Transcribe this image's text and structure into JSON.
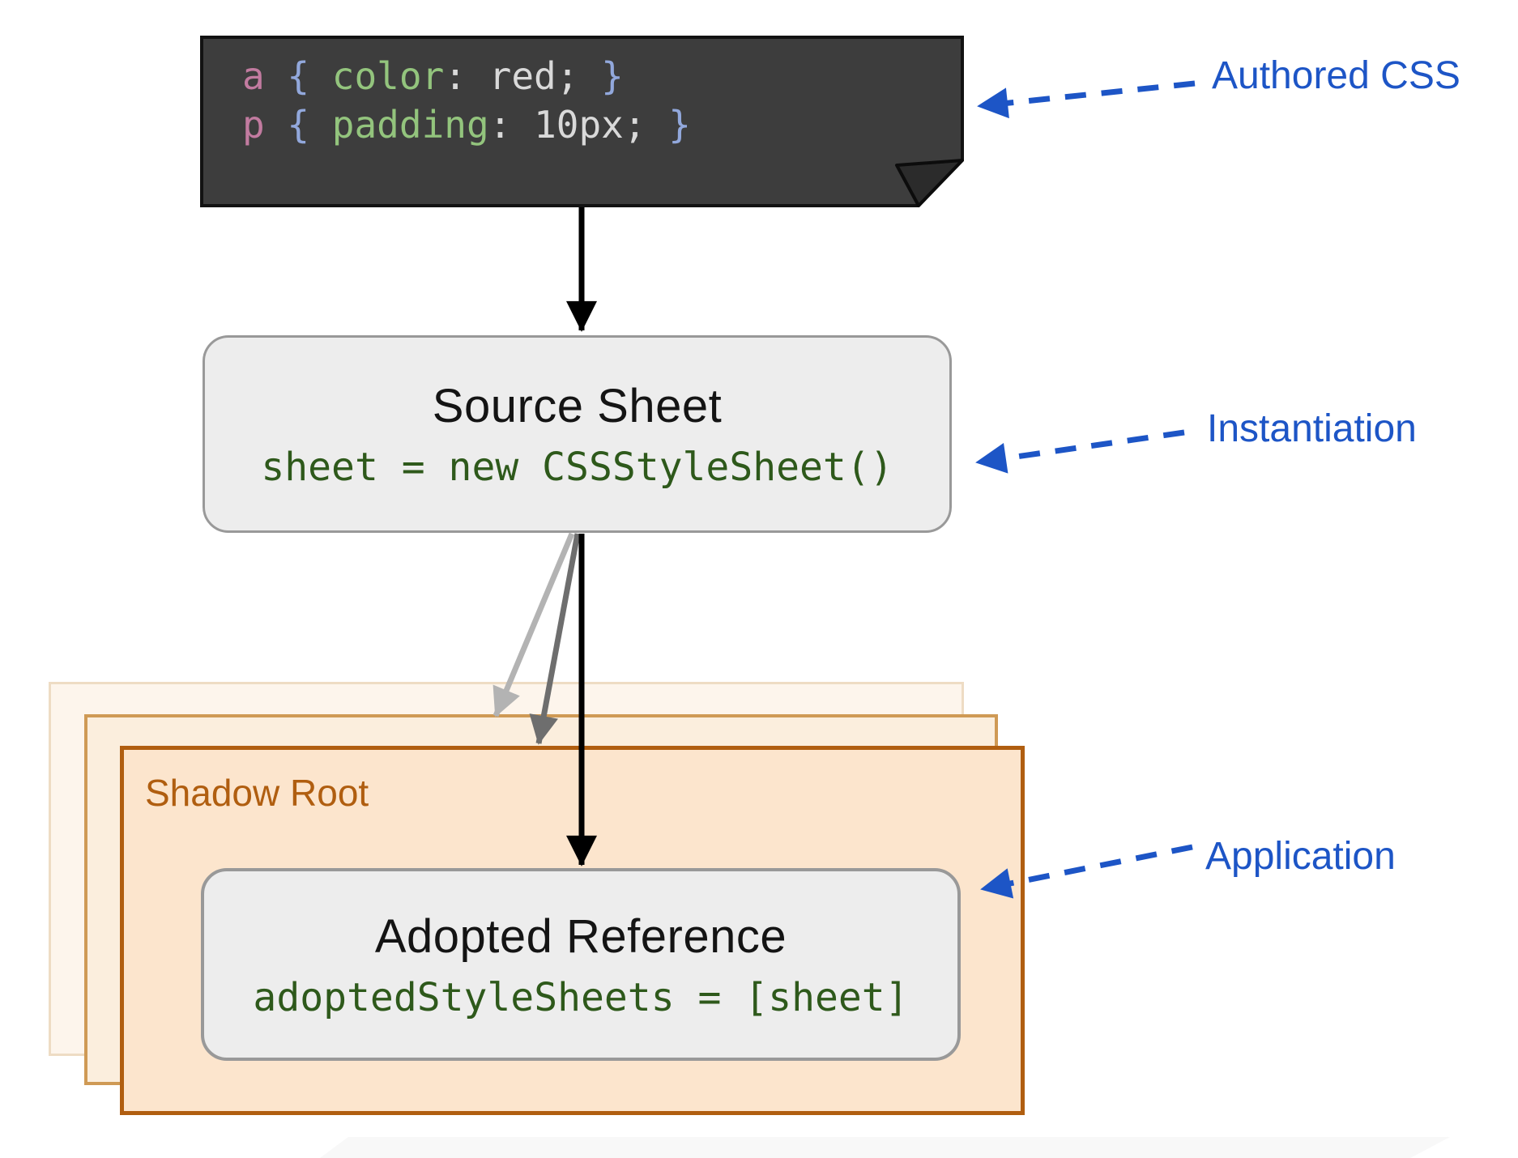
{
  "authored_css_block": {
    "line1": {
      "selector": "a",
      "brace_open": " { ",
      "property": "color",
      "colon": ": ",
      "value": "red;",
      "brace_close": " }"
    },
    "line2": {
      "selector": "p",
      "brace_open": " { ",
      "property": "padding",
      "colon": ": ",
      "value": "10px;",
      "brace_close": " }"
    }
  },
  "source_sheet": {
    "title": "Source Sheet",
    "code": "sheet = new CSSStyleSheet()"
  },
  "shadow_root": {
    "label": "Shadow Root"
  },
  "adopted_reference": {
    "title": "Adopted Reference",
    "code": "adoptedStyleSheets = [sheet]"
  },
  "annotations": {
    "authored_css": "Authored CSS",
    "instantiation": "Instantiation",
    "application": "Application"
  },
  "colors": {
    "annotation_blue": "#1d55c6",
    "code_block_bg": "#3d3d3d",
    "selector_pink": "#c27ba0",
    "brace_blue": "#92a8dc",
    "property_green": "#93c47d",
    "value_gray": "#d9d9d9",
    "dark_code_green": "#2e591b",
    "shadow_root_orange": "#b05e10",
    "shadow_fill_front": "#fce5cd",
    "shadow_fill_mid": "#fbeedd",
    "shadow_fill_back": "#fdf5ec",
    "box_fill_gray": "#ededed",
    "box_border_gray": "#999999",
    "arrow_black": "#000000",
    "arrow_gray_light": "#b3b3b3",
    "arrow_gray_mid": "#6e6e6e"
  }
}
